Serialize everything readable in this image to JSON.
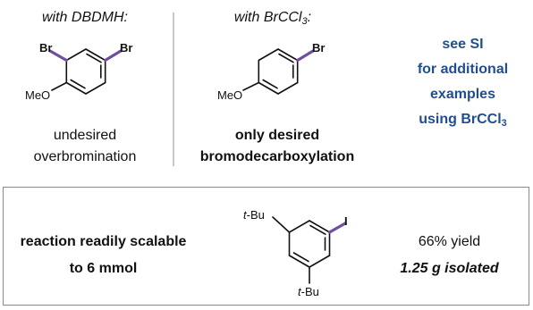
{
  "colors": {
    "bond_highlight": "#6f4fa0",
    "accent_text": "#1f4f8f",
    "box_border": "#8a8a8a",
    "divider": "#c8c8c8"
  },
  "left_panel": {
    "heading": "with DBDMH:",
    "atom_br_left": "Br",
    "atom_br_right": "Br",
    "atom_meo": "MeO",
    "caption_line1": "undesired",
    "caption_line2": "overbromination"
  },
  "middle_panel": {
    "heading_prefix": "with BrCCl",
    "heading_sub": "3",
    "heading_suffix": ":",
    "atom_br": "Br",
    "atom_meo": "MeO",
    "caption_line1": "only desired",
    "caption_line2": "bromodecarboxylation"
  },
  "right_panel": {
    "line1": "see SI",
    "line2": "for additional",
    "line3": "examples",
    "line4_prefix": "using BrCCl",
    "line4_sub": "3"
  },
  "bottom_box": {
    "left_line1": "reaction readily scalable",
    "left_line2": "to 6 mmol",
    "atom_tbu_top_prefix": "t",
    "atom_tbu_top_suffix": "-Bu",
    "atom_tbu_bottom_prefix": "t",
    "atom_tbu_bottom_suffix": "-Bu",
    "atom_i": "I",
    "yield": "66% yield",
    "isolated": "1.25 g isolated"
  }
}
